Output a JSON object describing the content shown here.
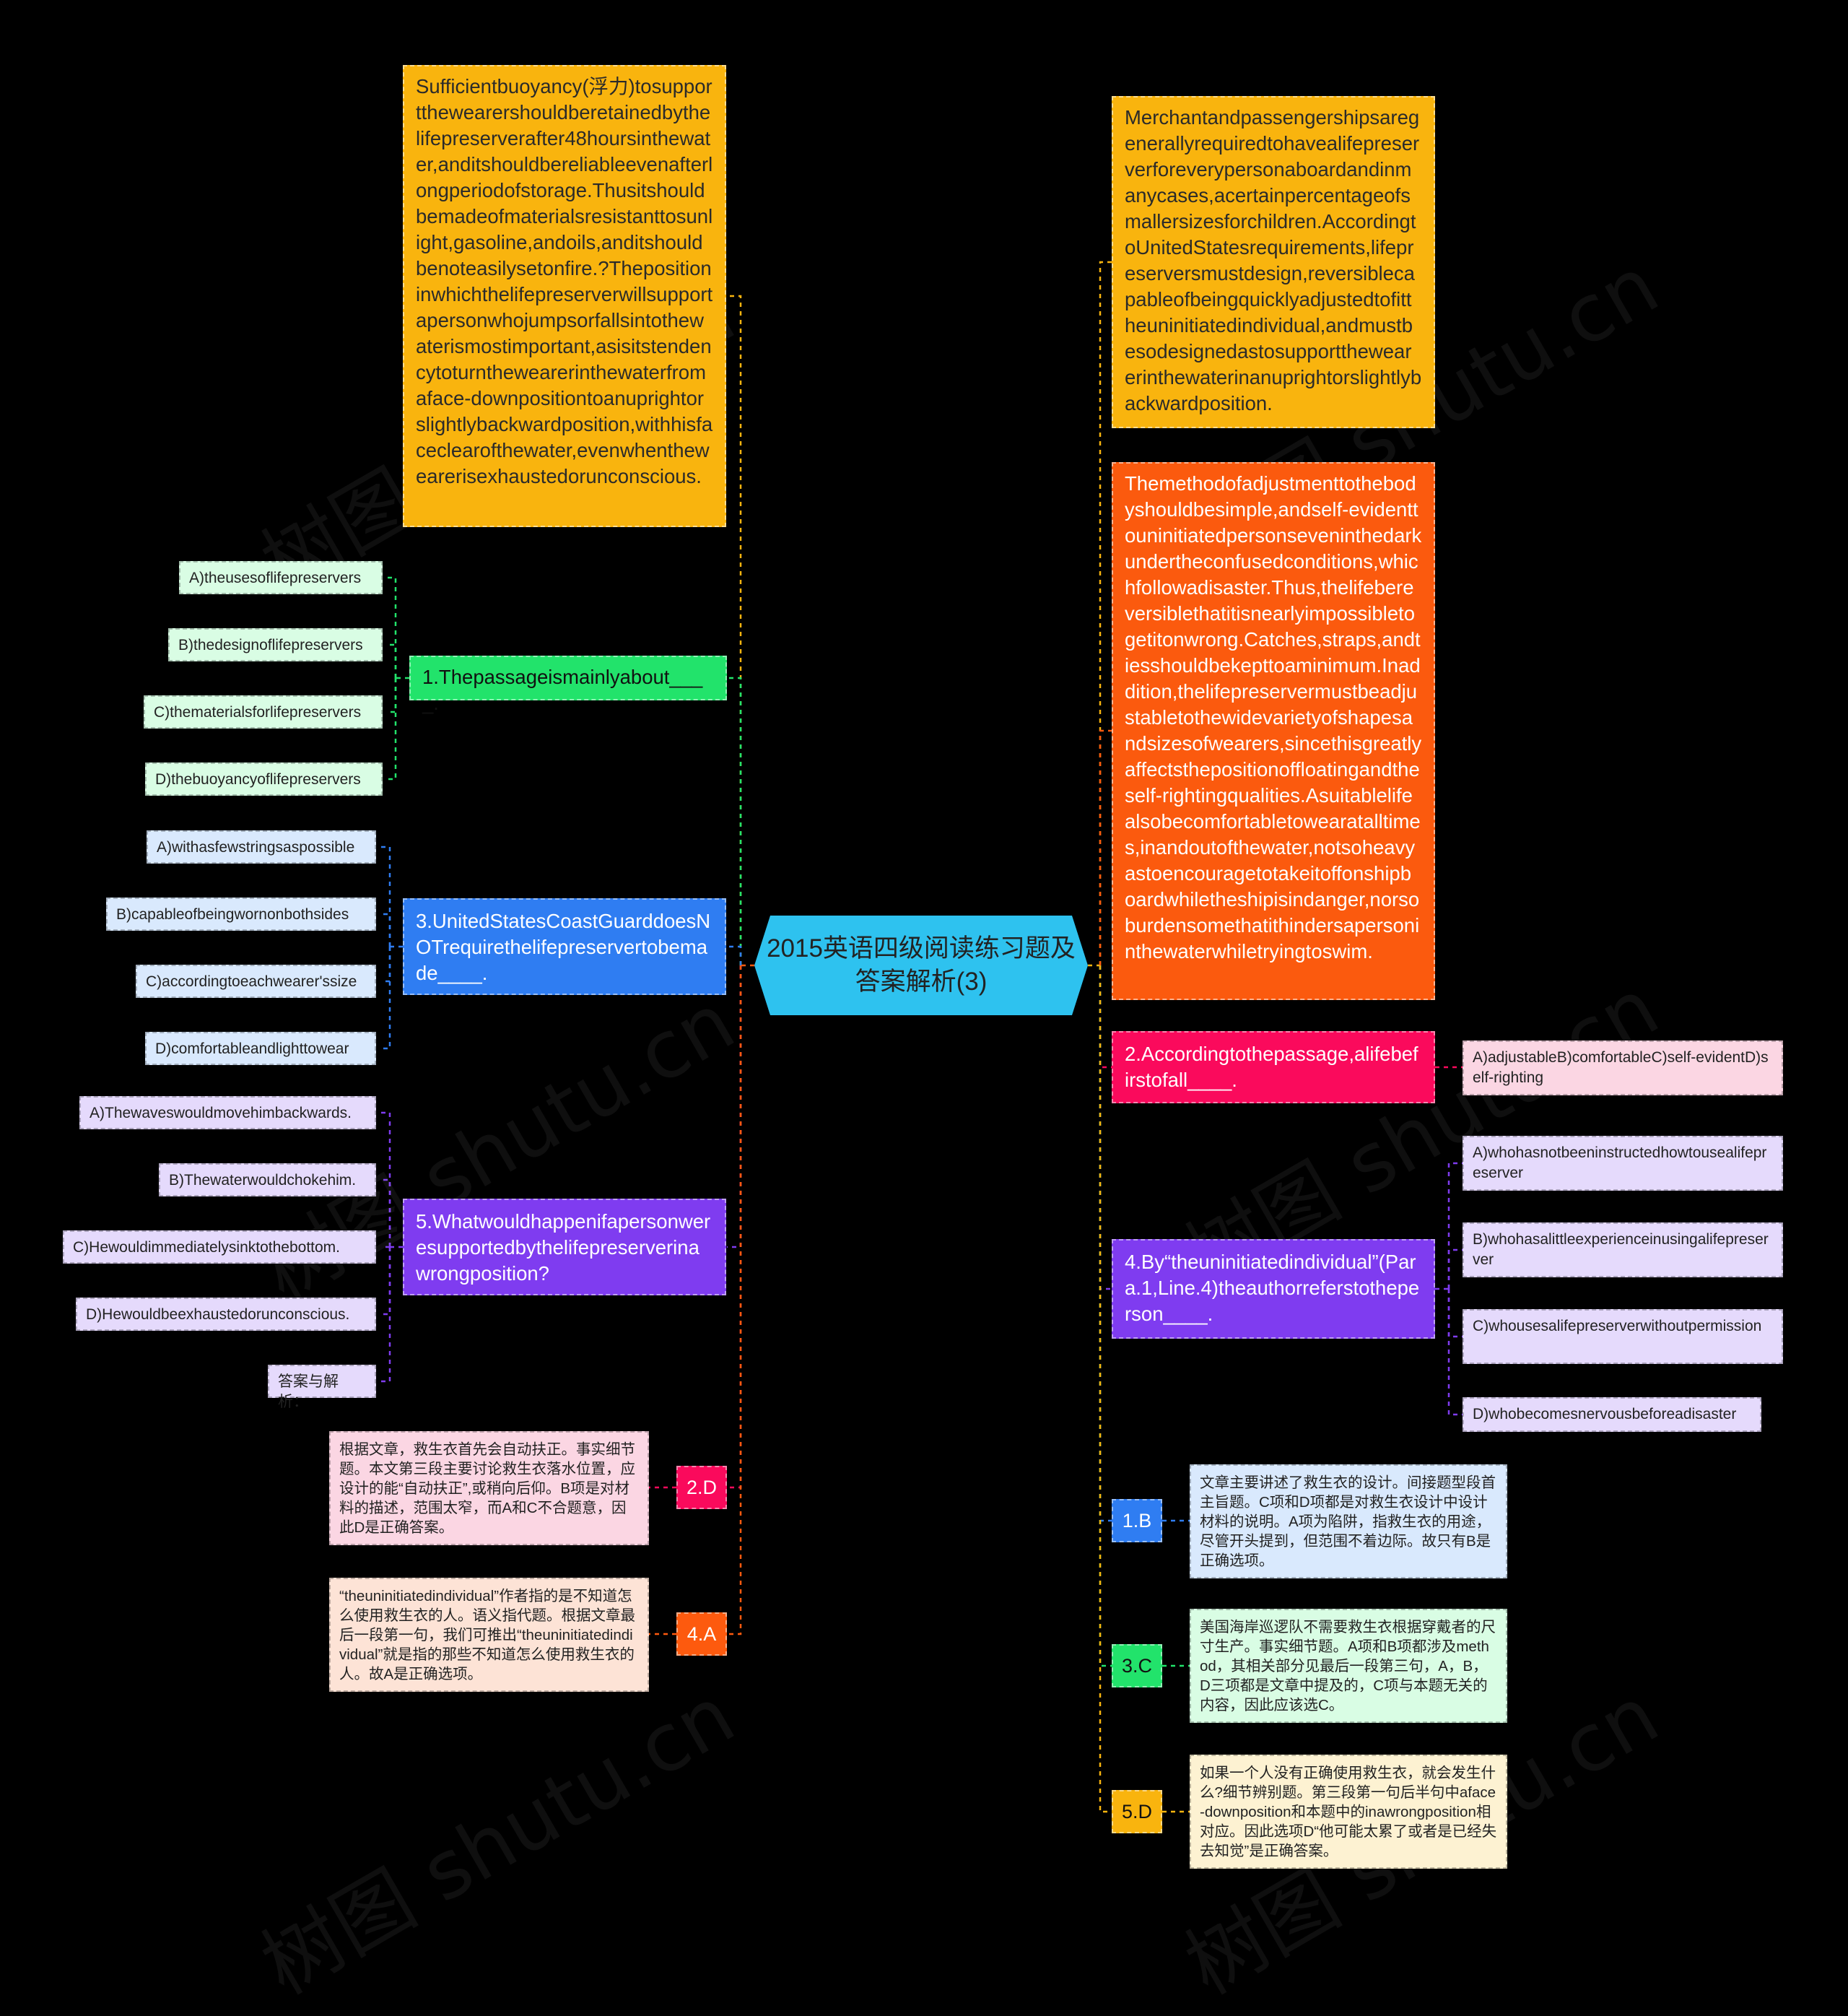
{
  "root": "2015英语四级阅读练习题及答案解析(3)",
  "watermark": "树图 shutu.cn",
  "left": {
    "passage": "Sufficientbuoyancy(浮力)tosupportthewearershouldberetainedbythelifepreserverafter48hoursinthewater,anditshouldbereliableevenafterlongperiodofstorage.Thusitshouldbemadeofmaterialsresistanttosunlight,gasoline,andoils,anditshouldbenoteasilysetonfire.?Thepositioninwhichthelifepreserverwillsupportapersonwhojumpsorfallsintothewaterismostimportant,asisitstendencytoturnthewearerinthewaterfromaface-downpositiontoanuprightorslightlybackwardposition,withhisfaceclearofthewater,evenwhenthewearerisexhaustedorunconscious.",
    "q1": {
      "text": "1.Thepassageismainlyabout____.",
      "options": [
        "A)theusesoflifepreservers",
        "B)thedesignoflifepreservers",
        "C)thematerialsforlifepreservers",
        "D)thebuoyancyoflifepreservers"
      ]
    },
    "q3": {
      "text": "3.UnitedStatesCoastGuarddoesNOTrequirethelifepreservertobemade____.",
      "options": [
        "A)withasfewstringsaspossible",
        "B)capableofbeingwornonbothsides",
        "C)accordingtoeachwearer'ssize",
        "D)comfortableandlighttowear"
      ]
    },
    "q5": {
      "text": "5.Whatwouldhappenifapersonweresupportedbythelifepreserverinawrongposition?",
      "options": [
        "A)Thewaveswouldmovehimbackwards.",
        "B)Thewaterwouldchokehim.",
        "C)Hewouldimmediatelysinktothebottom.",
        "D)Hewouldbeexhaustedorunconscious.",
        "答案与解析："
      ]
    },
    "a2": {
      "label": "2.D",
      "explanation": "根据文章，救生衣首先会自动扶正。事实细节题。本文第三段主要讨论救生衣落水位置，应设计的能“自动扶正”,或稍向后仰。B项是对材料的描述，范围太窄，而A和C不合题意，因此D是正确答案。"
    },
    "a4": {
      "label": "4.A",
      "explanation": "“theuninitiatedindividual”作者指的是不知道怎么使用救生衣的人。语义指代题。根据文章最后一段第一句，我们可推出“theuninitiatedindividual”就是指的那些不知道怎么使用救生衣的人。故A是正确选项。"
    }
  },
  "right": {
    "passage1": "Merchantandpassengershipsaregenerallyrequiredtohavealifepreserverforeverypersonaboardandinmanycases,acertainpercentageofsmallersizesforchildren.AccordingtoUnitedStatesrequirements,lifepreserversmustdesign,reversiblecapableofbeingquicklyadjustedtofittheuninitiatedindividual,andmustbesodesignedastosupportthewearerinthewaterinanuprightorslightlybackwardposition.",
    "passage2": "Themethodofadjustmenttothebodyshouldbesimple,andself-evidenttouninitiatedpersonseveninthedarkundertheconfusedconditions,whichfollowadisaster.Thus,thelifebereversiblethatitisnearlyimpossibletogetitonwrong.Catches,straps,andtiesshouldbekepttoaminimum.Inaddition,thelifepreservermustbeadjustabletothewidevarietyofshapesandsizesofwearers,sincethisgreatlyaffectsthepositionoffloatingandtheself-rightingqualities.Asuitablelifealsobecomfortabletowearatalltimes,inandoutofthewater,notsoheavyastoencouragetotakeitoffonshipboardwhiletheshipisindanger,norsoburdensomethatithindersapersoninthewaterwhiletryingtoswim.",
    "q2": {
      "text": "2.Accordingtothepassage,alifebefirstofall____.",
      "options": [
        "A)adjustableB)comfortableC)self-evidentD)self-righting"
      ]
    },
    "q4": {
      "text": "4.By“theuninitiatedindividual”(Para.1,Line.4)theauthorreferstotheperson____.",
      "options": [
        "A)whohasnotbeeninstructedhowtousealifepreserver",
        "B)whohasalittleexperienceinusingalifepreserver",
        "C)whousesalifepreserverwithoutpermission",
        "D)whobecomesnervousbeforeadisaster"
      ]
    },
    "a1": {
      "label": "1.B",
      "explanation": "文章主要讲述了救生衣的设计。间接题型段首主旨题。C项和D项都是对救生衣设计中设计材料的说明。A项为陷阱，指救生衣的用途，尽管开头提到，但范围不着边际。故只有B是正确选项。"
    },
    "a3": {
      "label": "3.C",
      "explanation": "美国海岸巡逻队不需要救生衣根据穿戴者的尺寸生产。事实细节题。A项和B项都涉及method，其相关部分见最后一段第三句，A，B，D三项都是文章中提及的，C项与本题无关的内容，因此应该选C。"
    },
    "a5": {
      "label": "5.D",
      "explanation": "如果一个人没有正确使用救生衣，就会发生什么?细节辨别题。第三段第一句后半句中aface-downposition和本题中的inawrongposition相对应。因此选项D“他可能太累了或者是已经失去知觉”是正确答案。"
    }
  },
  "colors": {
    "orange_yellow": "#f9b40e",
    "red_orange": "#fb5a0e",
    "green": "#22e36b",
    "blue": "#2f7df2",
    "purple": "#7f3cf0",
    "pink": "#fa0a5c",
    "orange": "#fd5a0e",
    "cyan": "#2ec2ef",
    "green_light": "#d9fde4",
    "blue_light": "#d9e9fd",
    "purple_light": "#e5dafc",
    "pink_light": "#fbd6e3",
    "orange_light": "#fde3d6",
    "yellow_light": "#fdf2d2"
  }
}
